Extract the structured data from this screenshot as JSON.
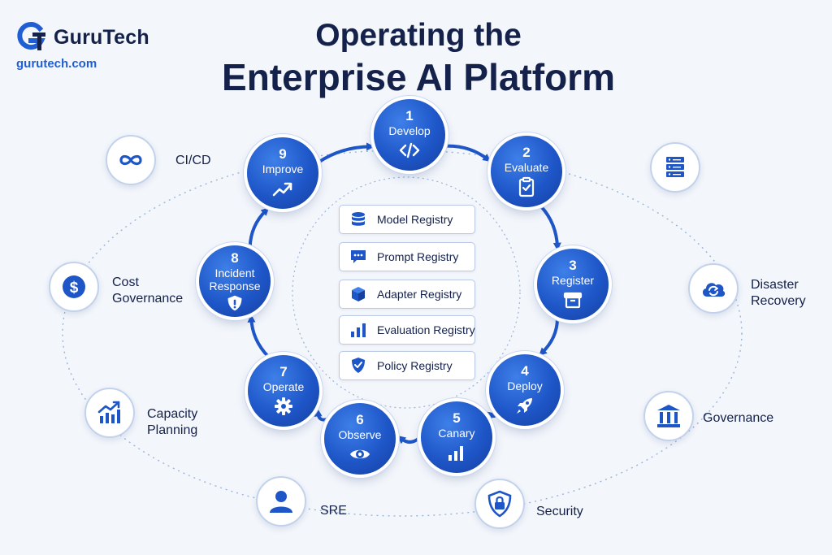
{
  "brand": {
    "name": "GuruTech",
    "url": "gurutech.com",
    "logo_icon": "gt-logo-icon"
  },
  "title": {
    "line1": "Operating the",
    "line2": "Enterprise AI Platform"
  },
  "colors": {
    "primary": "#1e56c8",
    "dark_text": "#14214a",
    "accent": "#1f5fd3",
    "background": "#f3f6fb"
  },
  "steps": [
    {
      "number": "1",
      "label": "Develop",
      "icon": "code-icon"
    },
    {
      "number": "2",
      "label": "Evaluate",
      "icon": "clipboard-check-icon"
    },
    {
      "number": "3",
      "label": "Register",
      "icon": "archive-box-icon"
    },
    {
      "number": "4",
      "label": "Deploy",
      "icon": "rocket-icon"
    },
    {
      "number": "5",
      "label": "Canary",
      "icon": "bar-chart-icon"
    },
    {
      "number": "6",
      "label": "Observe",
      "icon": "eye-icon"
    },
    {
      "number": "7",
      "label": "Operate",
      "icon": "gear-icon"
    },
    {
      "number": "8",
      "label_line1": "Incident",
      "label_line2": "Response",
      "icon": "alert-shield-icon"
    },
    {
      "number": "9",
      "label": "Improve",
      "icon": "trend-up-icon"
    }
  ],
  "registries": [
    {
      "label": "Model Registry",
      "icon": "database-icon"
    },
    {
      "label": "Prompt Registry",
      "icon": "chat-bubble-icon"
    },
    {
      "label": "Adapter Registry",
      "icon": "cube-icon"
    },
    {
      "label": "Evaluation Registry",
      "icon": "bar-chart-icon"
    },
    {
      "label": "Policy Registry",
      "icon": "shield-check-icon"
    }
  ],
  "outer": {
    "cicd": {
      "label": "CI/CD",
      "icon": "infinity-icon"
    },
    "cost": {
      "line1": "Cost",
      "line2": "Governance",
      "icon": "dollar-icon"
    },
    "capacity": {
      "line1": "Capacity",
      "line2": "Planning",
      "icon": "growth-chart-icon"
    },
    "sre": {
      "label": "SRE",
      "icon": "user-icon"
    },
    "security": {
      "label": "Security",
      "icon": "lock-shield-icon"
    },
    "governance": {
      "label": "Governance",
      "icon": "bank-icon"
    },
    "dr": {
      "line1": "Disaster",
      "line2": "Recovery",
      "icon": "cloud-sync-icon"
    },
    "infra": {
      "icon": "server-icon"
    }
  }
}
